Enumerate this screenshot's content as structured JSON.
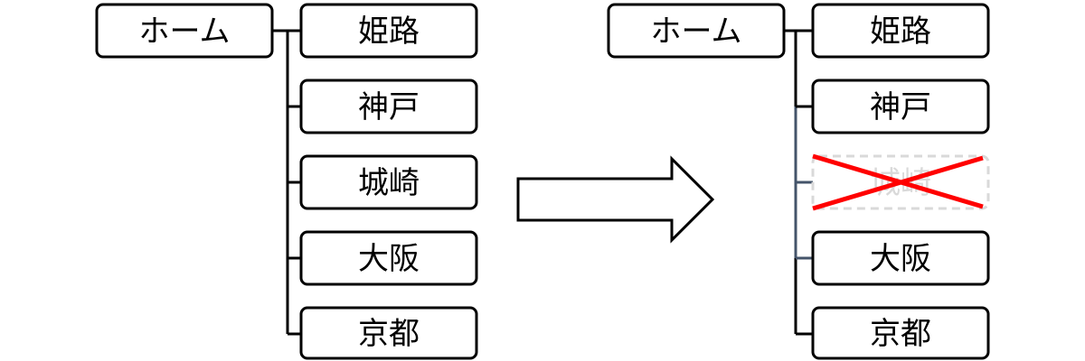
{
  "before": {
    "root": "ホーム",
    "children": [
      "姫路",
      "神戸",
      "城崎",
      "大阪",
      "京都"
    ]
  },
  "after": {
    "root": "ホーム",
    "children": [
      "姫路",
      "神戸",
      "城崎",
      "大阪",
      "京都"
    ],
    "removed_child": "城崎"
  },
  "colors": {
    "tree_line_before": "#000000",
    "tree_line_after": "#44546a",
    "removed_cross": "#ff0000",
    "removed_box": "#d9d9d9",
    "arrow_outline": "#000000"
  }
}
